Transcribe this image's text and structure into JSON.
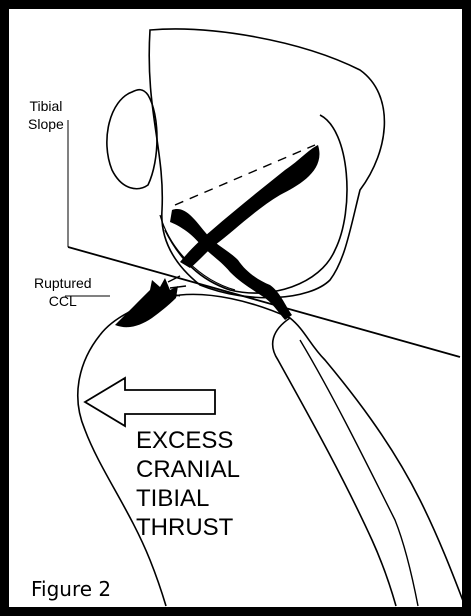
{
  "labels": {
    "tibial_slope": [
      "Tibial",
      "Slope"
    ],
    "ruptured_ccl": [
      "Ruptured",
      "CCL"
    ]
  },
  "thrust_text": [
    "EXCESS",
    "CRANIAL",
    "TIBIAL",
    "THRUST"
  ],
  "caption": "Figure 2",
  "colors": {
    "ink": "#000000",
    "background": "#ffffff"
  },
  "icons": {
    "arrow": "cranial-arrow-icon"
  }
}
